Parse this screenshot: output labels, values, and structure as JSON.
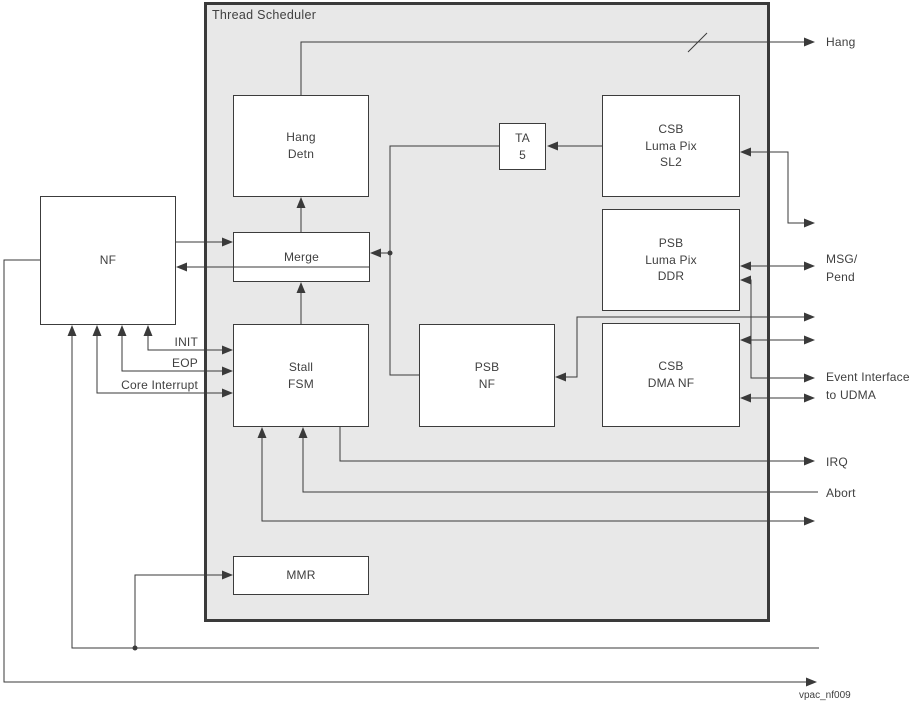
{
  "diagram": {
    "title": "Thread Scheduler",
    "caption": "vpac_nf009"
  },
  "blocks": {
    "nf": "NF",
    "hang_detn": "Hang\nDetn",
    "merge": "Merge",
    "stall_fsm": "Stall\nFSM",
    "ta5": "TA\n5",
    "csb_luma_pix_sl2": "CSB\nLuma Pix\nSL2",
    "psb_luma_pix_ddr": "PSB\nLuma Pix\nDDR",
    "psb_nf": "PSB\nNF",
    "csb_dma_nf": "CSB\nDMA NF",
    "mmr": "MMR"
  },
  "signals": {
    "hang": "Hang",
    "msg_pend": "MSG/\nPend",
    "event_interface": "Event Interface\nto UDMA",
    "irq": "IRQ",
    "abort": "Abort",
    "init": "INIT",
    "eop": "EOP",
    "core_interrupt": "Core Interrupt"
  },
  "colors": {
    "line": "#3a3a3a",
    "scheduler_fill": "#e8e8e8",
    "box_fill": "#ffffff"
  }
}
